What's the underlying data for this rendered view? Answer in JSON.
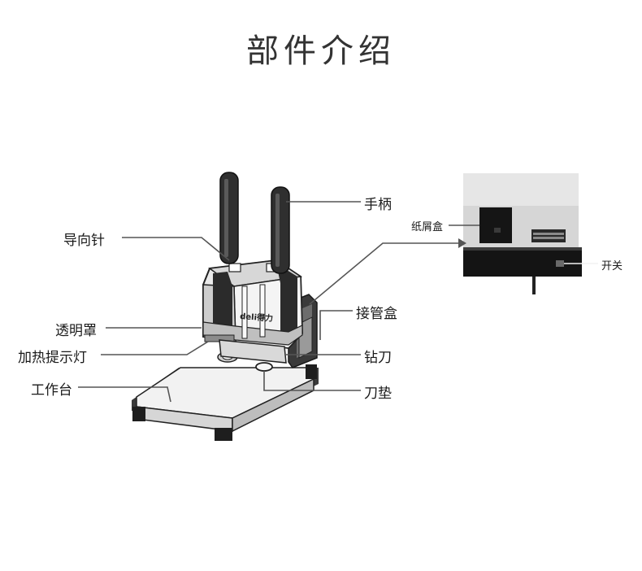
{
  "title": "部件介绍",
  "labels": {
    "guide_pin": "导向针",
    "transparent_cover": "透明罩",
    "heating_indicator": "加热提示灯",
    "worktable": "工作台",
    "handle": "手柄",
    "tube_box": "接管盒",
    "drill_blade": "钻刀",
    "blade_pad": "刀垫",
    "scrap_box": "纸屑盒",
    "switch": "开关"
  },
  "brand_mark": "deli得力",
  "colors": {
    "machine_dark": "#2b2b2b",
    "machine_mid": "#8a8a8a",
    "machine_light": "#e9e9e9",
    "leader_line": "#555555"
  }
}
